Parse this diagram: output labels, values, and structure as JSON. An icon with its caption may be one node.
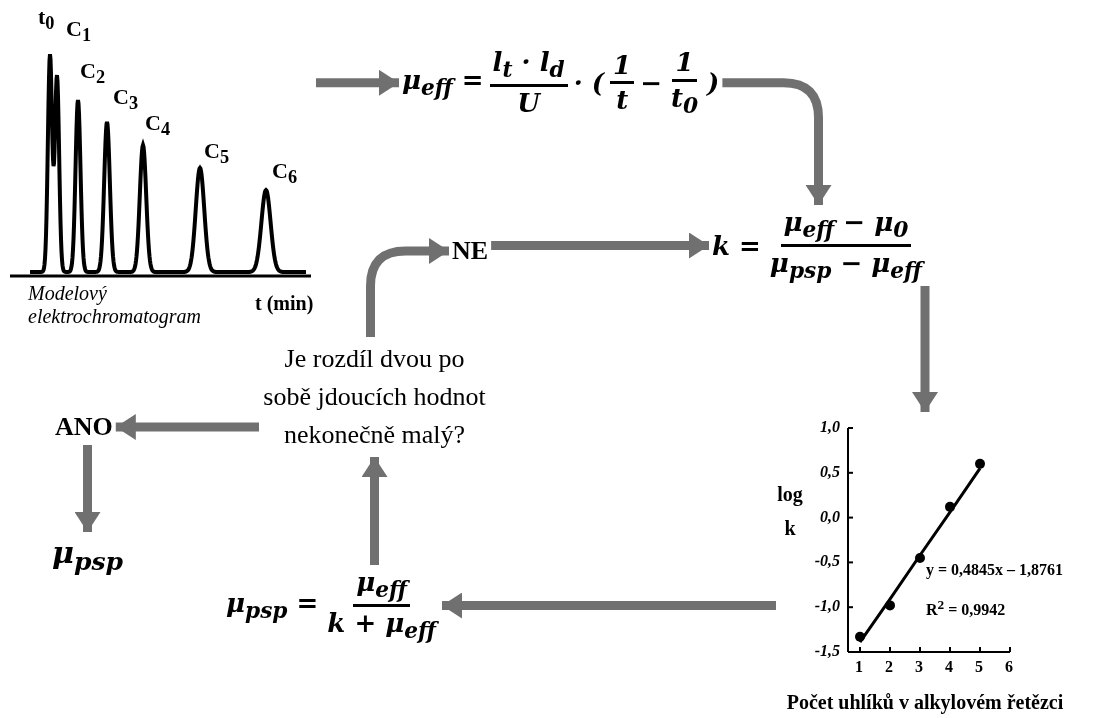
{
  "diagram": {
    "nodes": [
      {
        "text": [],
        "shape": "picture",
        "beside": [
          "Modelový elektrochromatogram"
        ]
      },
      {
        "text": [
          "μ$_{eff}$ =",
          "l$_{t}$ · l$_{d}$",
          "U",
          "· (",
          "1",
          "t",
          "−",
          "1",
          "t$_{0}$",
          ")"
        ]
      },
      {
        "text": [
          "NE"
        ]
      },
      {
        "text": [
          "k =",
          "μ$_{eff}$ − μ$_{0}$",
          "μ$_{psp}$ − μ$_{eff}$"
        ]
      },
      {
        "text": [],
        "shape": "picture"
      },
      {
        "text": [
          "μ$_{psp}$ =",
          "μ$_{eff}$",
          "k + μ$_{eff}$"
        ]
      },
      {
        "text": [
          "Je rozdíl dvou po sobě jdoucích hodnot nekonečně malý?"
        ]
      },
      {
        "text": [
          "ANO"
        ]
      },
      {
        "text": [
          "μ$_{psp}$"
        ]
      }
    ],
    "edges": [
      {
        "from": 0,
        "to": 1,
        "arrow": "to"
      },
      {
        "from": 1,
        "to": 3,
        "arrow": "to"
      },
      {
        "from": 2,
        "to": 3,
        "arrow": "to"
      },
      {
        "from": 3,
        "to": 4,
        "arrow": "to"
      },
      {
        "from": 4,
        "to": 5,
        "arrow": "to"
      },
      {
        "from": 5,
        "to": 6,
        "arrow": "to"
      },
      {
        "from": 6,
        "to": 2,
        "arrow": "to"
      },
      {
        "from": 6,
        "to": 7,
        "arrow": "to"
      },
      {
        "from": 7,
        "to": 8,
        "arrow": "to"
      }
    ],
    "labels": [
      "t$_{0}$",
      "C$_{1}$",
      "C$_{2}$",
      "C$_{3}$",
      "C$_{4}$",
      "C$_{5}$",
      "C$_{6}$",
      "t (min)"
    ],
    "chart_data": {
      "type": "scatter",
      "xlabel": "Počet uhlíků v alkylovém řetězci",
      "ylabel": "log k",
      "x": [
        1,
        2,
        3,
        4,
        5
      ],
      "series": [
        {
          "color": "#000000",
          "values": [
            -1.33,
            -0.98,
            -0.45,
            0.12,
            0.6
          ]
        },
        {
          "type": "line",
          "color": "#000000",
          "values": [
            -1.39,
            -0.91,
            -0.42,
            0.06,
            0.55
          ]
        }
      ],
      "xlim": [
        0.6,
        6
      ],
      "ylim": [
        -1.5,
        1
      ],
      "xticks": [
        1,
        2,
        3,
        4,
        5,
        6
      ],
      "yticks": [
        {
          "value": 1,
          "label": "1,0"
        },
        {
          "value": 0.5,
          "label": "0,5"
        },
        {
          "value": 0,
          "label": "0,0"
        },
        {
          "value": -0.5,
          "label": "-0,5"
        },
        {
          "value": -1,
          "label": "-1,0"
        },
        {
          "value": -1.5,
          "label": "-1,5"
        }
      ],
      "annotations": [
        "y = 0,4845x – 1,8761",
        "R$^{2}$ = 0,9942"
      ]
    }
  }
}
